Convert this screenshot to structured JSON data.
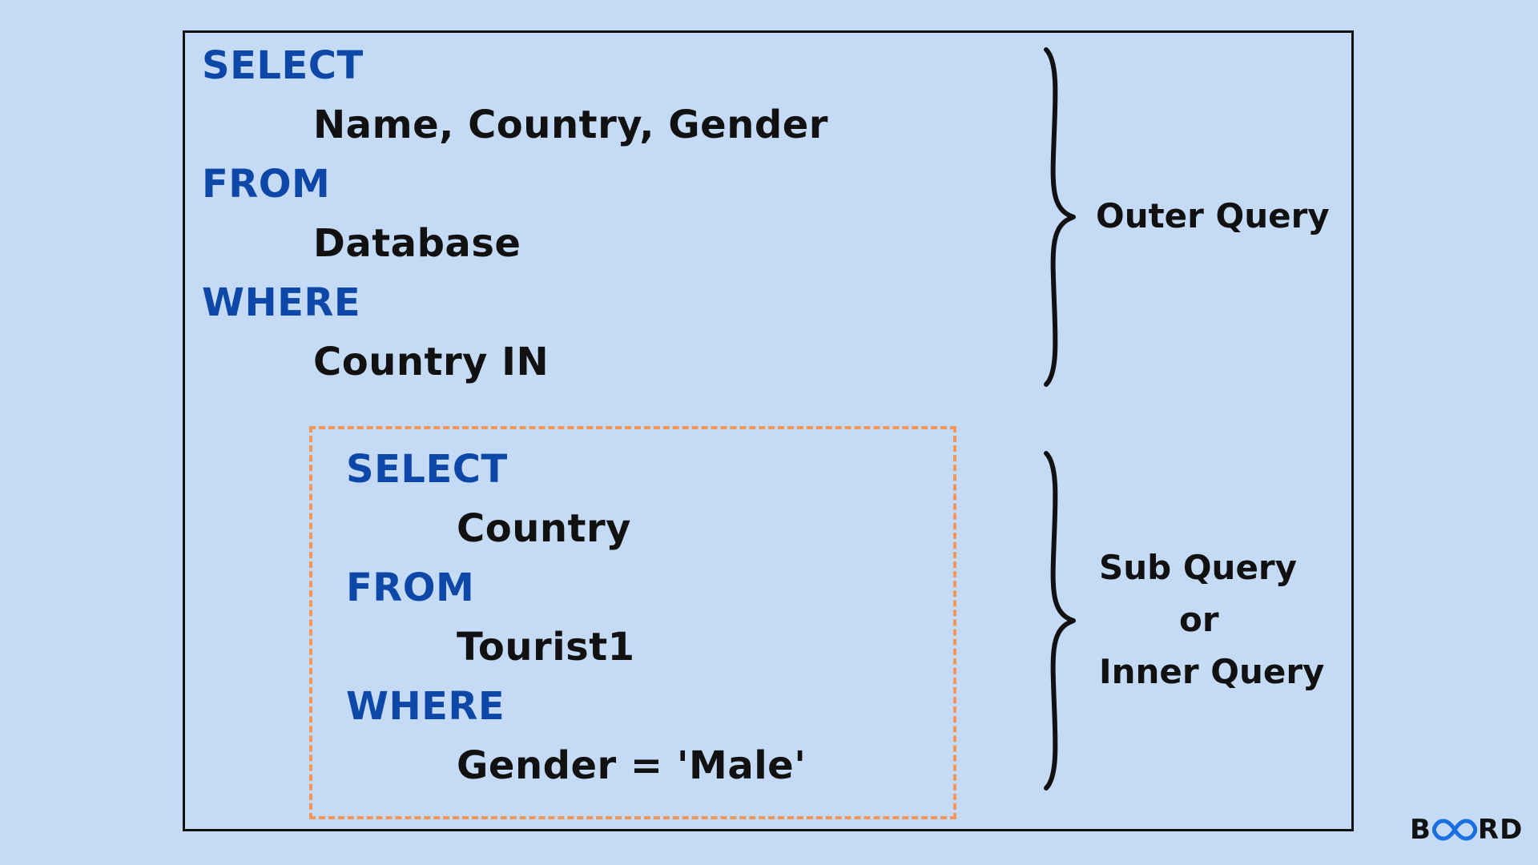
{
  "outer_query": {
    "select_kw": "SELECT",
    "select_cols": "Name, Country, Gender",
    "from_kw": "FROM",
    "from_table": "Database",
    "where_kw": "WHERE",
    "where_cond": "Country IN"
  },
  "sub_query": {
    "select_kw": "SELECT",
    "select_cols": "Country",
    "from_kw": "FROM",
    "from_table": "Tourist1",
    "where_kw": "WHERE",
    "where_cond": "Gender = 'Male'"
  },
  "labels": {
    "outer": "Outer Query",
    "sub_line1": "Sub Query",
    "sub_line2": "or",
    "sub_line3": "Inner Query"
  },
  "logo": {
    "prefix": "B",
    "suffix": "RD",
    "icon": "infinity-loop-icon"
  },
  "colors": {
    "background": "#c5dbf5",
    "keyword": "#0d47a8",
    "text": "#111111",
    "subquery_border": "#f4965a",
    "logo_loop": "#1c6fe0"
  }
}
